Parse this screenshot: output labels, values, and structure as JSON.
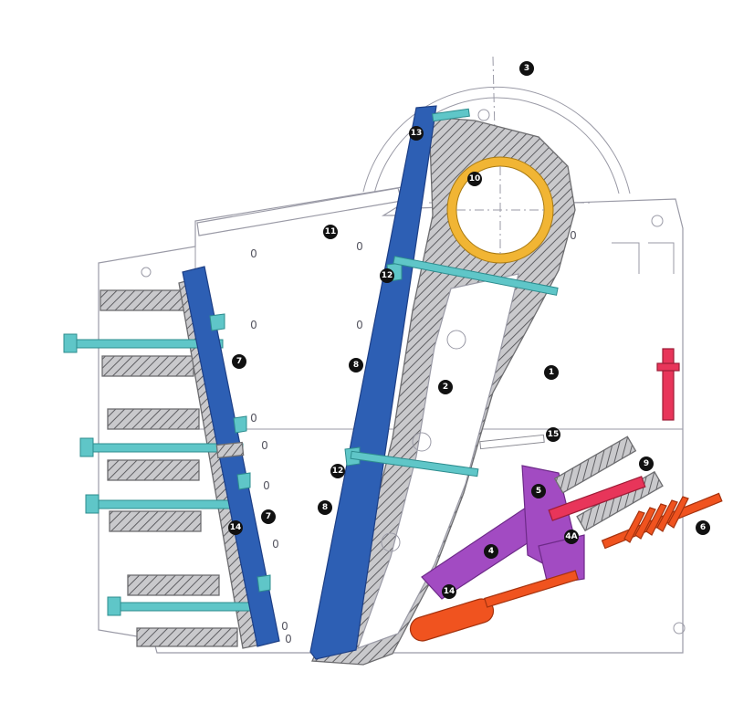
{
  "callouts": [
    "1",
    "2",
    "3",
    "4",
    "5",
    "6",
    "7",
    "7",
    "8",
    "8",
    "9",
    "10",
    "11",
    "12",
    "12",
    "13",
    "14",
    "14",
    "15",
    "4A"
  ],
  "frame_marks": [
    "0",
    "0",
    "0",
    "0",
    "0",
    "0",
    "0",
    "0",
    "0",
    "0",
    "0"
  ],
  "colors": {
    "frame_line": "#9a9aa6",
    "jaw_plate": "#2d5fb4",
    "tie_rod": "#5fc6c8",
    "toggle_assembly": "#a24bc2",
    "hydraulic_cylinder": "#f0531f",
    "tension_rod": "#e8355a",
    "bearing": "#f1b534",
    "callout_badge": "#111111"
  }
}
